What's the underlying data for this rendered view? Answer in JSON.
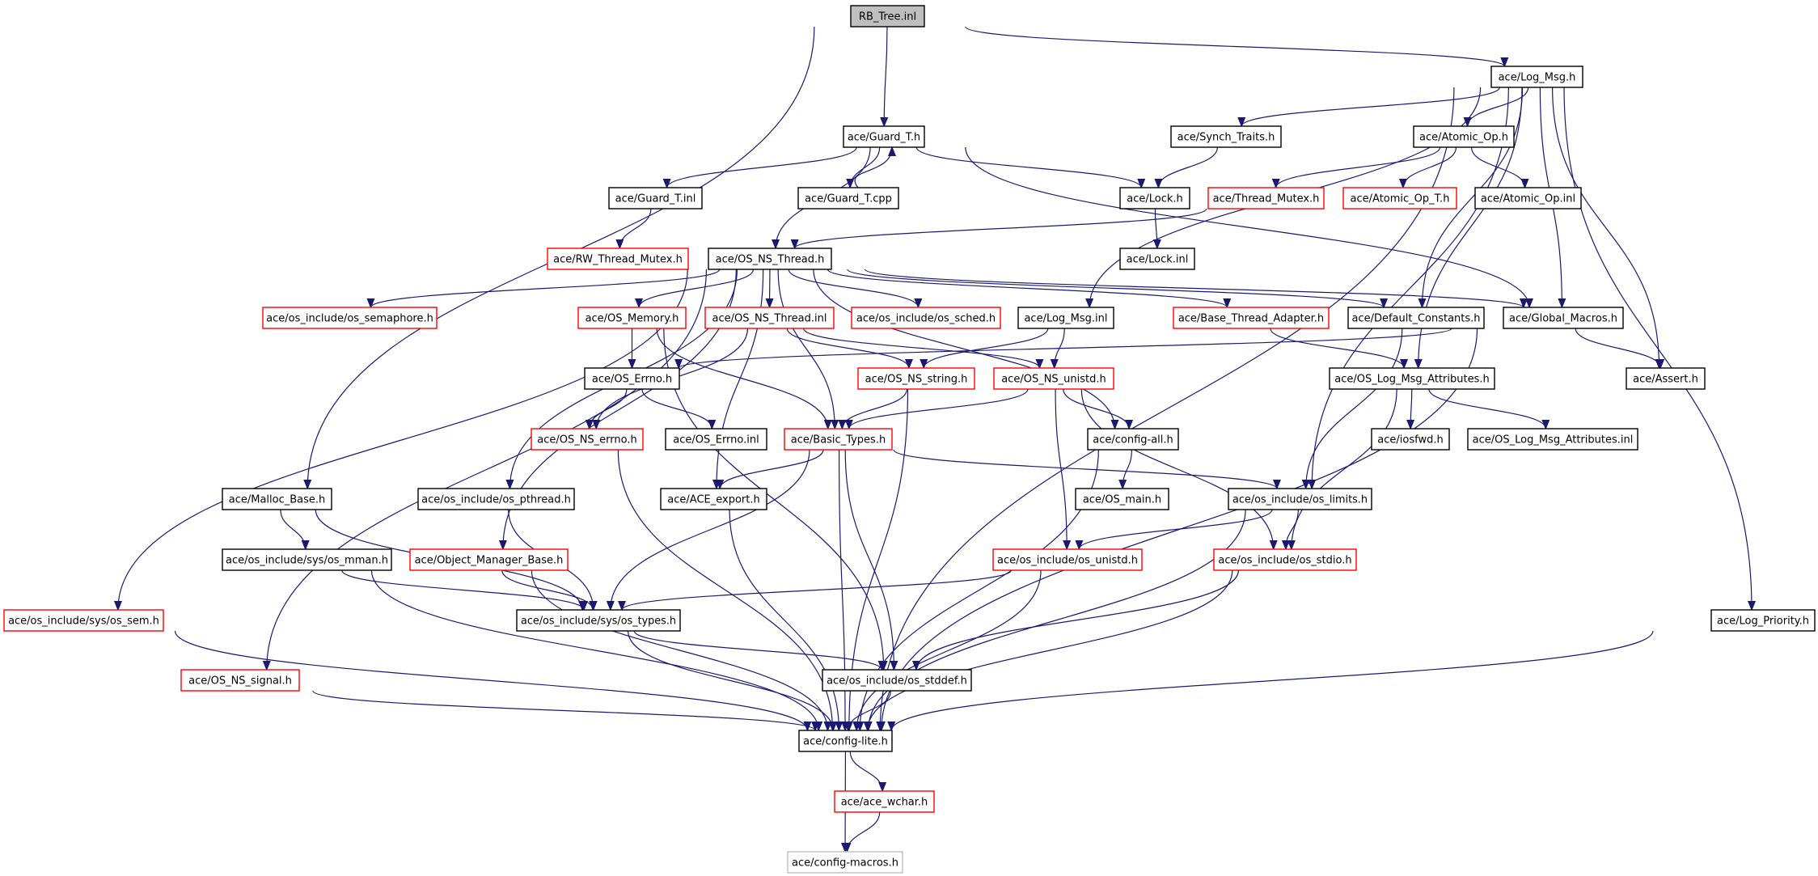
{
  "title": "RB_Tree.inl include dependency graph",
  "colors": {
    "edge": "#191970",
    "root_fill": "#bfbfbf",
    "missing_border": "#ff0000",
    "truncated_border": "#bfbfbf",
    "normal_border": "#000000"
  },
  "nodes": [
    {
      "id": "rb_tree_inl",
      "label": "RB_Tree.inl",
      "kind": "root"
    },
    {
      "id": "log_msg_h",
      "label": "ace/Log_Msg.h",
      "kind": "normal"
    },
    {
      "id": "guard_t_h",
      "label": "ace/Guard_T.h",
      "kind": "normal"
    },
    {
      "id": "synch_traits_h",
      "label": "ace/Synch_Traits.h",
      "kind": "normal"
    },
    {
      "id": "atomic_op_h",
      "label": "ace/Atomic_Op.h",
      "kind": "normal"
    },
    {
      "id": "guard_t_inl",
      "label": "ace/Guard_T.inl",
      "kind": "normal"
    },
    {
      "id": "guard_t_cpp",
      "label": "ace/Guard_T.cpp",
      "kind": "normal"
    },
    {
      "id": "lock_h",
      "label": "ace/Lock.h",
      "kind": "normal"
    },
    {
      "id": "thread_mutex_h",
      "label": "ace/Thread_Mutex.h",
      "kind": "red"
    },
    {
      "id": "atomic_op_t_h",
      "label": "ace/Atomic_Op_T.h",
      "kind": "red"
    },
    {
      "id": "atomic_op_inl",
      "label": "ace/Atomic_Op.inl",
      "kind": "normal"
    },
    {
      "id": "rw_thread_mutex_h",
      "label": "ace/RW_Thread_Mutex.h",
      "kind": "red"
    },
    {
      "id": "os_ns_thread_h",
      "label": "ace/OS_NS_Thread.h",
      "kind": "normal"
    },
    {
      "id": "lock_inl",
      "label": "ace/Lock.inl",
      "kind": "normal"
    },
    {
      "id": "os_semaphore_h",
      "label": "ace/os_include/os_semaphore.h",
      "kind": "red"
    },
    {
      "id": "os_memory_h",
      "label": "ace/OS_Memory.h",
      "kind": "red"
    },
    {
      "id": "os_ns_thread_inl",
      "label": "ace/OS_NS_Thread.inl",
      "kind": "red"
    },
    {
      "id": "os_sched_h",
      "label": "ace/os_include/os_sched.h",
      "kind": "red"
    },
    {
      "id": "log_msg_inl",
      "label": "ace/Log_Msg.inl",
      "kind": "normal"
    },
    {
      "id": "base_thread_adapter_h",
      "label": "ace/Base_Thread_Adapter.h",
      "kind": "red"
    },
    {
      "id": "default_constants_h",
      "label": "ace/Default_Constants.h",
      "kind": "normal"
    },
    {
      "id": "global_macros_h",
      "label": "ace/Global_Macros.h",
      "kind": "normal"
    },
    {
      "id": "os_errno_h",
      "label": "ace/OS_Errno.h",
      "kind": "normal"
    },
    {
      "id": "os_ns_string_h",
      "label": "ace/OS_NS_string.h",
      "kind": "red"
    },
    {
      "id": "os_ns_unistd_h",
      "label": "ace/OS_NS_unistd.h",
      "kind": "red"
    },
    {
      "id": "os_log_msg_attributes_h",
      "label": "ace/OS_Log_Msg_Attributes.h",
      "kind": "normal"
    },
    {
      "id": "assert_h",
      "label": "ace/Assert.h",
      "kind": "normal"
    },
    {
      "id": "os_ns_errno_h",
      "label": "ace/OS_NS_errno.h",
      "kind": "red"
    },
    {
      "id": "os_errno_inl",
      "label": "ace/OS_Errno.inl",
      "kind": "normal"
    },
    {
      "id": "basic_types_h",
      "label": "ace/Basic_Types.h",
      "kind": "red"
    },
    {
      "id": "config_all_h",
      "label": "ace/config-all.h",
      "kind": "normal"
    },
    {
      "id": "iosfwd_h",
      "label": "ace/iosfwd.h",
      "kind": "normal"
    },
    {
      "id": "os_log_msg_attributes_inl",
      "label": "ace/OS_Log_Msg_Attributes.inl",
      "kind": "normal"
    },
    {
      "id": "malloc_base_h",
      "label": "ace/Malloc_Base.h",
      "kind": "normal"
    },
    {
      "id": "os_pthread_h",
      "label": "ace/os_include/os_pthread.h",
      "kind": "normal"
    },
    {
      "id": "ace_export_h",
      "label": "ace/ACE_export.h",
      "kind": "normal"
    },
    {
      "id": "os_main_h",
      "label": "ace/OS_main.h",
      "kind": "normal"
    },
    {
      "id": "os_limits_h",
      "label": "ace/os_include/os_limits.h",
      "kind": "normal"
    },
    {
      "id": "os_mman_h",
      "label": "ace/os_include/sys/os_mman.h",
      "kind": "normal"
    },
    {
      "id": "object_manager_base_h",
      "label": "ace/Object_Manager_Base.h",
      "kind": "red"
    },
    {
      "id": "os_unistd_h",
      "label": "ace/os_include/os_unistd.h",
      "kind": "red"
    },
    {
      "id": "os_stdio_h",
      "label": "ace/os_include/os_stdio.h",
      "kind": "red"
    },
    {
      "id": "os_sem_h",
      "label": "ace/os_include/sys/os_sem.h",
      "kind": "red"
    },
    {
      "id": "os_types_h",
      "label": "ace/os_include/sys/os_types.h",
      "kind": "normal"
    },
    {
      "id": "log_priority_h",
      "label": "ace/Log_Priority.h",
      "kind": "normal"
    },
    {
      "id": "os_ns_signal_h",
      "label": "ace/OS_NS_signal.h",
      "kind": "red"
    },
    {
      "id": "os_stddef_h",
      "label": "ace/os_include/os_stddef.h",
      "kind": "normal"
    },
    {
      "id": "config_lite_h",
      "label": "ace/config-lite.h",
      "kind": "normal"
    },
    {
      "id": "ace_wchar_h",
      "label": "ace/ace_wchar.h",
      "kind": "red"
    },
    {
      "id": "config_macros_h",
      "label": "ace/config-macros.h",
      "kind": "grey"
    }
  ],
  "edges": [
    [
      "rb_tree_inl",
      "guard_t_h"
    ],
    [
      "rb_tree_inl",
      "log_msg_h"
    ],
    [
      "rb_tree_inl",
      "malloc_base_h"
    ],
    [
      "guard_t_h",
      "guard_t_inl"
    ],
    [
      "guard_t_h",
      "guard_t_cpp"
    ],
    [
      "guard_t_cpp",
      "guard_t_h"
    ],
    [
      "guard_t_h",
      "lock_h"
    ],
    [
      "guard_t_h",
      "os_ns_thread_h"
    ],
    [
      "guard_t_h",
      "global_macros_h"
    ],
    [
      "guard_t_inl",
      "rw_thread_mutex_h"
    ],
    [
      "log_msg_h",
      "synch_traits_h"
    ],
    [
      "log_msg_h",
      "atomic_op_h"
    ],
    [
      "log_msg_h",
      "log_msg_inl"
    ],
    [
      "log_msg_h",
      "default_constants_h"
    ],
    [
      "log_msg_h",
      "global_macros_h"
    ],
    [
      "log_msg_h",
      "os_log_msg_attributes_h"
    ],
    [
      "log_msg_h",
      "assert_h"
    ],
    [
      "log_msg_h",
      "os_limits_h"
    ],
    [
      "log_msg_h",
      "log_priority_h"
    ],
    [
      "log_msg_h",
      "config_lite_h"
    ],
    [
      "synch_traits_h",
      "lock_h"
    ],
    [
      "lock_h",
      "lock_inl"
    ],
    [
      "atomic_op_h",
      "thread_mutex_h"
    ],
    [
      "atomic_op_h",
      "atomic_op_t_h"
    ],
    [
      "atomic_op_h",
      "atomic_op_inl"
    ],
    [
      "thread_mutex_h",
      "os_ns_thread_h"
    ],
    [
      "os_ns_thread_h",
      "os_semaphore_h"
    ],
    [
      "os_ns_thread_h",
      "os_memory_h"
    ],
    [
      "os_ns_thread_h",
      "os_ns_thread_inl"
    ],
    [
      "os_ns_thread_h",
      "os_sched_h"
    ],
    [
      "os_ns_thread_h",
      "base_thread_adapter_h"
    ],
    [
      "os_ns_thread_h",
      "default_constants_h"
    ],
    [
      "os_ns_thread_h",
      "global_macros_h"
    ],
    [
      "os_ns_thread_h",
      "config_all_h"
    ],
    [
      "os_ns_thread_h",
      "basic_types_h"
    ],
    [
      "os_ns_thread_h",
      "os_pthread_h"
    ],
    [
      "os_ns_thread_h",
      "ace_export_h"
    ],
    [
      "os_ns_thread_h",
      "object_manager_base_h"
    ],
    [
      "os_ns_thread_h",
      "os_sem_h"
    ],
    [
      "os_ns_thread_h",
      "os_ns_signal_h"
    ],
    [
      "os_memory_h",
      "os_errno_h"
    ],
    [
      "os_memory_h",
      "basic_types_h"
    ],
    [
      "os_memory_h",
      "os_stddef_h"
    ],
    [
      "os_ns_thread_inl",
      "os_ns_errno_h"
    ],
    [
      "os_ns_thread_inl",
      "os_ns_string_h"
    ],
    [
      "os_ns_thread_inl",
      "os_ns_unistd_h"
    ],
    [
      "log_msg_inl",
      "os_ns_string_h"
    ],
    [
      "log_msg_inl",
      "os_ns_unistd_h"
    ],
    [
      "base_thread_adapter_h",
      "os_log_msg_attributes_h"
    ],
    [
      "default_constants_h",
      "os_limits_h"
    ],
    [
      "global_macros_h",
      "os_errno_h"
    ],
    [
      "global_macros_h",
      "assert_h"
    ],
    [
      "global_macros_h",
      "config_lite_h"
    ],
    [
      "os_errno_h",
      "os_ns_errno_h"
    ],
    [
      "os_errno_h",
      "os_errno_inl"
    ],
    [
      "os_ns_string_h",
      "basic_types_h"
    ],
    [
      "os_ns_string_h",
      "config_lite_h"
    ],
    [
      "os_ns_unistd_h",
      "basic_types_h"
    ],
    [
      "os_ns_unistd_h",
      "config_all_h"
    ],
    [
      "os_ns_unistd_h",
      "os_unistd_h"
    ],
    [
      "os_ns_unistd_h",
      "os_stdio_h"
    ],
    [
      "os_log_msg_attributes_h",
      "iosfwd_h"
    ],
    [
      "os_log_msg_attributes_h",
      "os_log_msg_attributes_inl"
    ],
    [
      "os_log_msg_attributes_h",
      "os_stdio_h"
    ],
    [
      "os_ns_errno_h",
      "config_lite_h"
    ],
    [
      "basic_types_h",
      "ace_export_h"
    ],
    [
      "basic_types_h",
      "os_limits_h"
    ],
    [
      "basic_types_h",
      "os_types_h"
    ],
    [
      "basic_types_h",
      "os_stddef_h"
    ],
    [
      "basic_types_h",
      "config_lite_h"
    ],
    [
      "config_all_h",
      "os_main_h"
    ],
    [
      "config_all_h",
      "config_lite_h"
    ],
    [
      "malloc_base_h",
      "os_mman_h"
    ],
    [
      "malloc_base_h",
      "os_types_h"
    ],
    [
      "os_pthread_h",
      "os_types_h"
    ],
    [
      "ace_export_h",
      "config_lite_h"
    ],
    [
      "os_limits_h",
      "os_unistd_h"
    ],
    [
      "os_limits_h",
      "os_stdio_h"
    ],
    [
      "os_limits_h",
      "config_lite_h"
    ],
    [
      "os_mman_h",
      "os_types_h"
    ],
    [
      "os_mman_h",
      "config_lite_h"
    ],
    [
      "object_manager_base_h",
      "os_types_h"
    ],
    [
      "object_manager_base_h",
      "config_lite_h"
    ],
    [
      "os_unistd_h",
      "os_types_h"
    ],
    [
      "os_unistd_h",
      "config_lite_h"
    ],
    [
      "os_stdio_h",
      "os_stddef_h"
    ],
    [
      "os_stdio_h",
      "config_lite_h"
    ],
    [
      "os_sem_h",
      "config_lite_h"
    ],
    [
      "os_types_h",
      "os_stddef_h"
    ],
    [
      "os_types_h",
      "config_lite_h"
    ],
    [
      "log_priority_h",
      "config_lite_h"
    ],
    [
      "os_ns_signal_h",
      "config_lite_h"
    ],
    [
      "os_stddef_h",
      "config_lite_h"
    ],
    [
      "config_lite_h",
      "ace_wchar_h"
    ],
    [
      "config_lite_h",
      "config_macros_h"
    ],
    [
      "ace_wchar_h",
      "config_macros_h"
    ]
  ]
}
